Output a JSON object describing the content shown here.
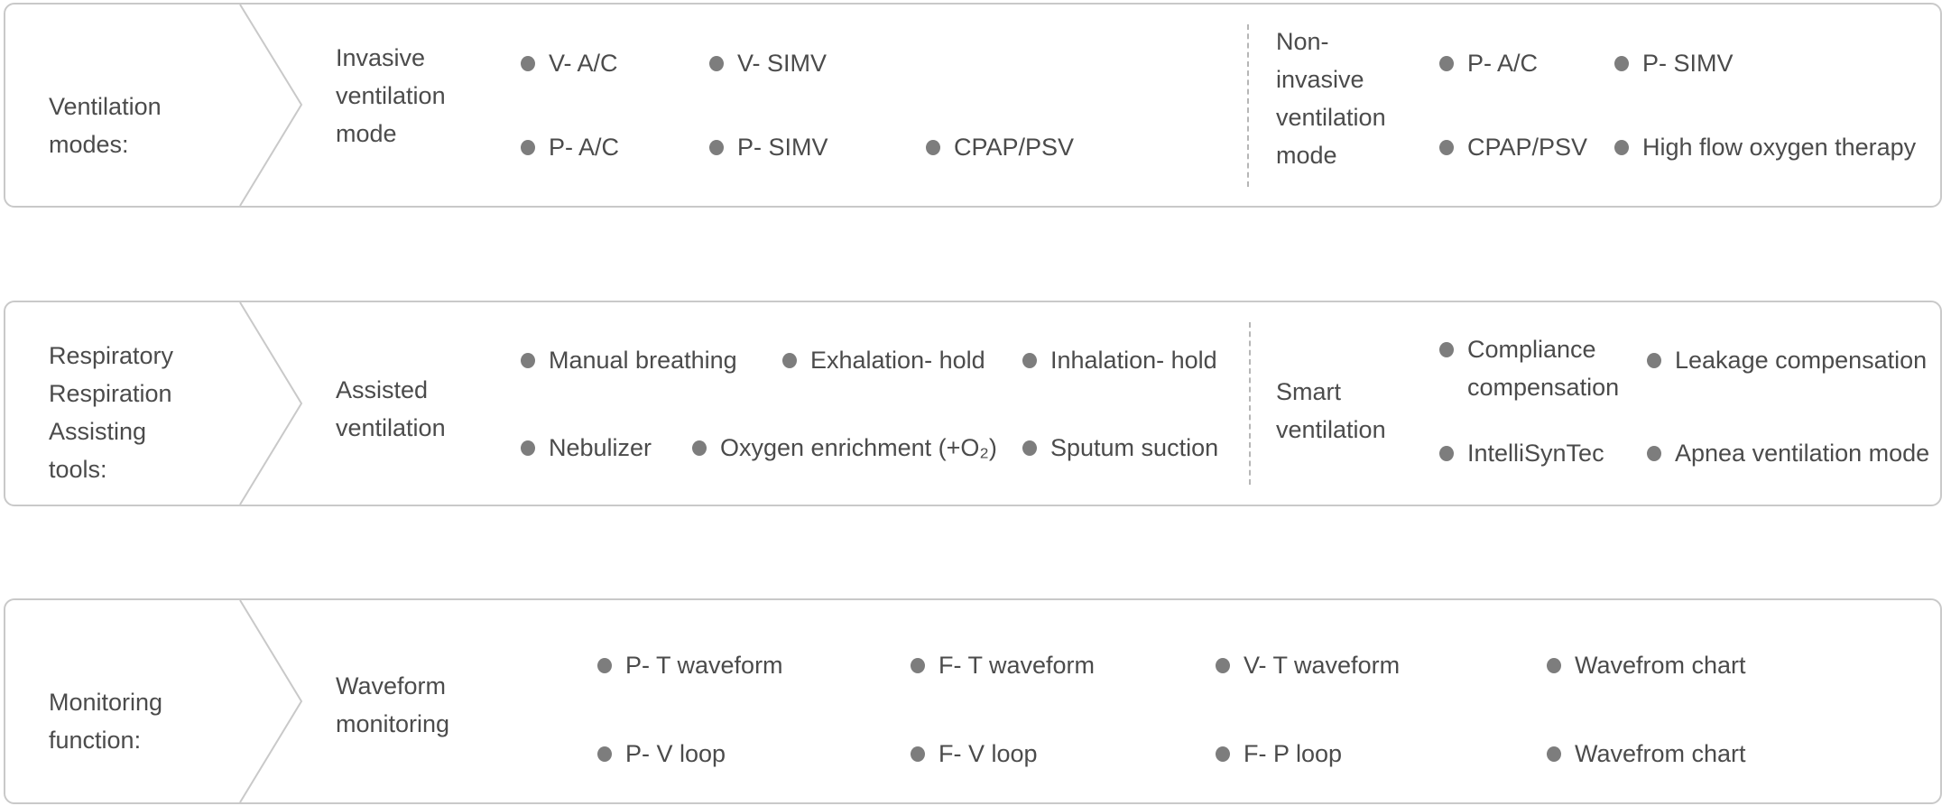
{
  "colors": {
    "background": "#ffffff",
    "panel_border": "#c9c9c9",
    "chevron_line": "#c9c9c9",
    "divider_dashed": "#b6b6b6",
    "text": "#4b4b4b",
    "bullet": "#7d7d7d"
  },
  "panels": [
    {
      "row_label": "Ventilation\nmodes:",
      "groups": [
        {
          "label": "Invasive\nventilation\nmode",
          "items": [
            "V- A/C",
            "V- SIMV",
            "P- A/C",
            "P- SIMV",
            "CPAP/PSV"
          ]
        },
        {
          "label": "Non-\ninvasive\nventilation\nmode",
          "items": [
            "P- A/C",
            "P- SIMV",
            "CPAP/PSV",
            "High flow oxygen therapy"
          ]
        }
      ]
    },
    {
      "row_label": "Respiratory\nRespiration\nAssisting\ntools:",
      "groups": [
        {
          "label": "Assisted\nventilation",
          "items": [
            "Manual breathing",
            "Exhalation- hold",
            "Inhalation- hold",
            "Nebulizer",
            "Oxygen enrichment (+O₂)",
            "Sputum suction"
          ]
        },
        {
          "label": "Smart\nventilation",
          "items": [
            "Compliance\ncompensation",
            "Leakage compensation",
            "IntelliSynTec",
            "Apnea ventilation mode"
          ]
        }
      ]
    },
    {
      "row_label": "Monitoring\nfunction:",
      "groups": [
        {
          "label": "Waveform\nmonitoring",
          "items": [
            "P- T waveform",
            "F- T waveform",
            "V- T waveform",
            "Wavefrom chart",
            "P- V loop",
            "F- V loop",
            "F- P loop",
            "Wavefrom chart"
          ]
        }
      ]
    }
  ]
}
